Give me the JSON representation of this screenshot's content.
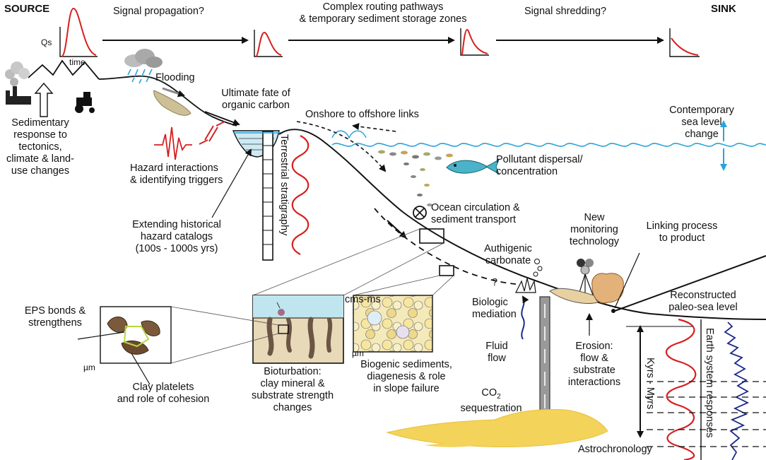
{
  "header": {
    "source": "SOURCE",
    "sink": "SINK",
    "signal_propagation": "Signal propagation?",
    "routing_line1": "Complex routing pathways",
    "routing_line2": "& temporary sediment storage zones",
    "signal_shredding": "Signal shredding?"
  },
  "axis": {
    "qs": "Qs",
    "time": "time"
  },
  "labels": {
    "flooding": "Flooding",
    "ultimate_fate_1": "Ultimate fate of",
    "ultimate_fate_2": "organic carbon",
    "onshore_offshore": "Onshore to offshore links",
    "contemporary_1": "Contemporary",
    "contemporary_2": "sea level",
    "contemporary_3": "change",
    "sedimentary_1": "Sedimentary",
    "sedimentary_2": "response to",
    "sedimentary_3": "tectonics,",
    "sedimentary_4": "climate & land-",
    "sedimentary_5": "use changes",
    "hazard_1": "Hazard interactions",
    "hazard_2": "& identifying triggers",
    "terrestrial": "Terrestrial stratigraphy",
    "pollutant_1": "Pollutant dispersal/",
    "pollutant_2": "concentration",
    "ocean_1": "Ocean circulation &",
    "ocean_2": "sediment transport",
    "extending_1": "Extending historical",
    "extending_2": "hazard catalogs",
    "extending_3": "(100s - 1000s yrs)",
    "new_mon_1": "New",
    "new_mon_2": "monitoring",
    "new_mon_3": "technology",
    "linking_1": "Linking process",
    "linking_2": "to product",
    "authigenic_1": "Authigenic",
    "authigenic_2": "carbonate",
    "cms": "cms-ms",
    "question": "?",
    "eps_1": "EPS bonds &",
    "eps_2": "strengthens",
    "um_left": "µm",
    "um_mid": "µm",
    "biologic_1": "Biologic",
    "biologic_2": "mediation",
    "reconstructed_1": "Reconstructed",
    "reconstructed_2": "paleo-sea level",
    "fluid_1": "Fluid",
    "fluid_2": "flow",
    "erosion_1": "Erosion:",
    "erosion_2": "flow &",
    "erosion_3": "substrate",
    "erosion_4": "interactions",
    "clay_1": "Clay platelets",
    "clay_2": "and role of cohesion",
    "bioturbation_1": "Bioturbation:",
    "bioturbation_2": "clay mineral &",
    "bioturbation_3": "substrate strength",
    "bioturbation_4": "changes",
    "biogenic_1": "Biogenic sediments,",
    "biogenic_2": "diagenesis & role",
    "biogenic_3": "in slope failure",
    "co2_base": "CO",
    "co2_sub": "2",
    "sequestration": "sequestration",
    "kyrs": "Kyrs - Myrs",
    "earth_system": "Earth system responses",
    "astro": "Astrochronology"
  },
  "colors": {
    "signal_red": "#d62020",
    "sea_blue": "#29a3dc",
    "sand": "#f3d35a",
    "record_blue": "#1b2a8a",
    "fish": "#4bb3c9",
    "clay_brown": "#6b4a2f",
    "water_box": "#bfe6ee"
  },
  "icons": [
    "storm-cloud-icon",
    "factory-icon",
    "tractor-icon",
    "fish-icon",
    "fault-icon",
    "seismogram-icon",
    "tripod-monitor-icon",
    "crossed-circle-icon"
  ]
}
